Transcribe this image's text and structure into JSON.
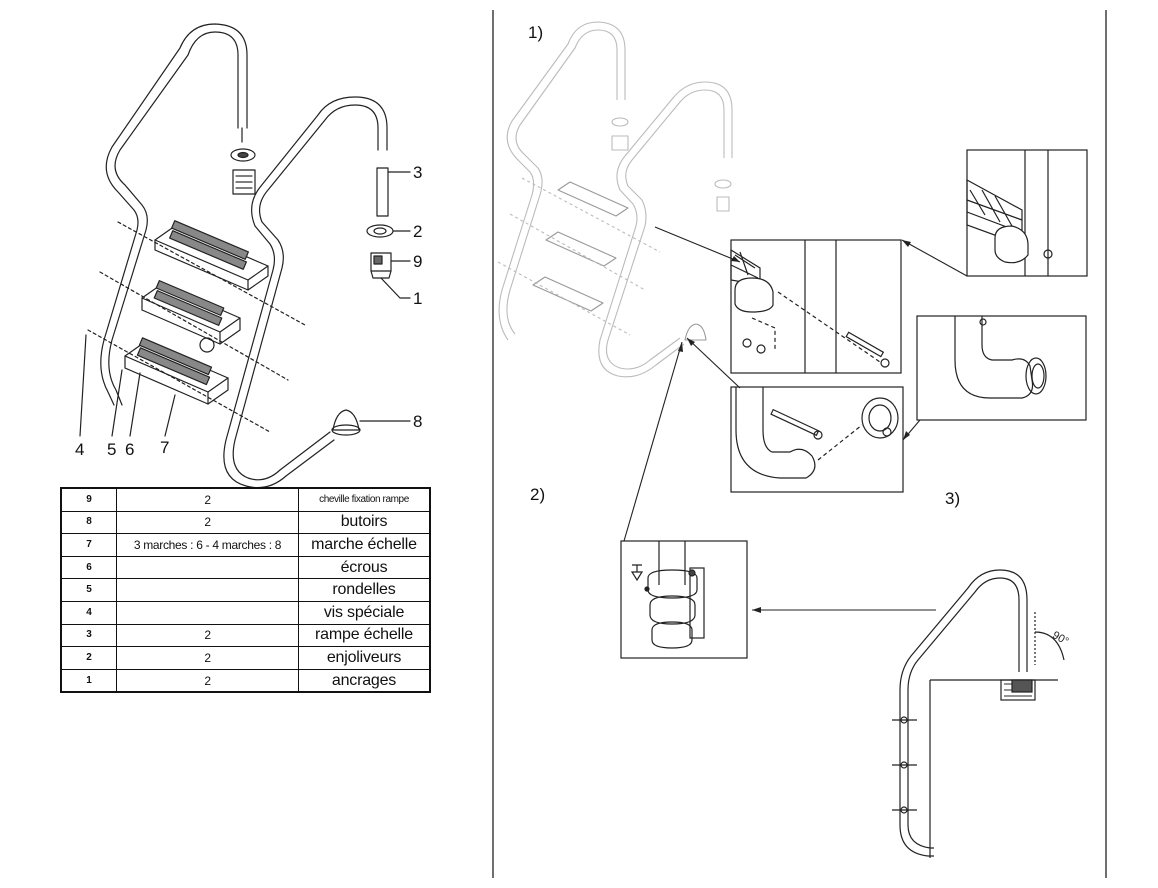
{
  "callouts": {
    "c1": "1",
    "c2": "2",
    "c3": "3",
    "c4": "4",
    "c5": "5",
    "c6": "6",
    "c7": "7",
    "c8": "8",
    "c9": "9"
  },
  "steps": {
    "s1": "1)",
    "s2": "2)",
    "s3": "3)"
  },
  "angle_label": "90°",
  "parts_table": [
    {
      "num": "9",
      "qty": "2",
      "desc": "cheville fixation rampe"
    },
    {
      "num": "8",
      "qty": "2",
      "desc": "butoirs"
    },
    {
      "num": "7",
      "qty": "3 marches : 6  - 4 marches : 8",
      "desc": "marche échelle"
    },
    {
      "num": "6",
      "qty": "",
      "desc": "écrous"
    },
    {
      "num": "5",
      "qty": "",
      "desc": "rondelles"
    },
    {
      "num": "4",
      "qty": "",
      "desc": "vis spéciale"
    },
    {
      "num": "3",
      "qty": "2",
      "desc": "rampe échelle"
    },
    {
      "num": "2",
      "qty": "2",
      "desc": "enjoliveurs"
    },
    {
      "num": "1",
      "qty": "2",
      "desc": "ancrages"
    }
  ]
}
